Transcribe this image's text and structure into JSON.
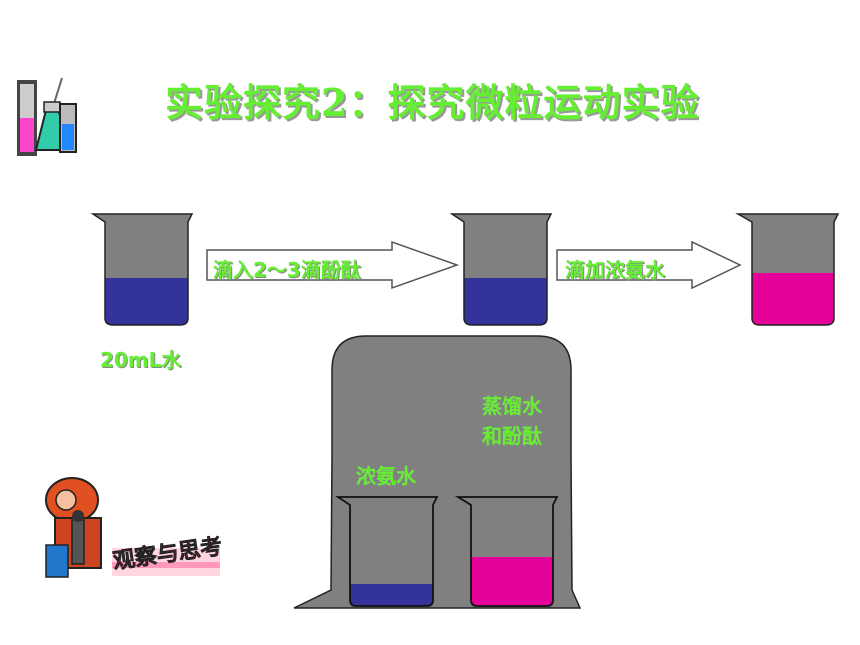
{
  "title": "实验探究2：探究微粒运动实验",
  "step1": {
    "arrow_label": "滴入2～3滴酚酞",
    "beaker_label": "20mL水"
  },
  "step2": {
    "arrow_label": "滴加浓氨水"
  },
  "apparatus": {
    "left_beaker_label": "浓氨水",
    "right_beaker_label_line1": "蒸馏水",
    "right_beaker_label_line2": "和酚酞"
  },
  "icons": [
    "lab-glassware-icon",
    "observe-and-think-badge"
  ],
  "colors": {
    "title_green": "#66ee33",
    "beaker_gray": "#808080",
    "water_blue": "#333399",
    "phenolphthalein_pink": "#e6009a"
  }
}
